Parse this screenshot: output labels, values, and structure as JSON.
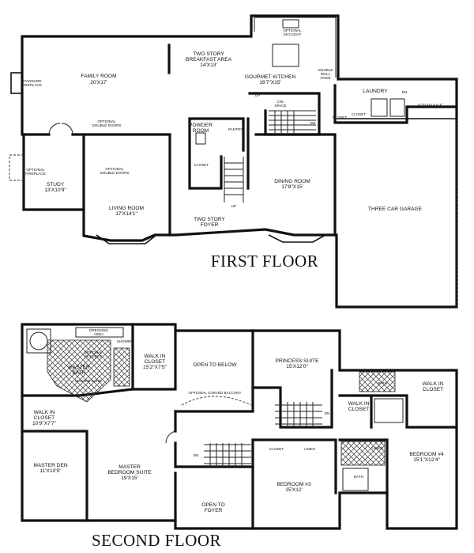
{
  "first_floor": {
    "title": "FIRST FLOOR",
    "rooms": {
      "family_room": [
        "FAMILY ROOM",
        "20'X17'"
      ],
      "breakfast": [
        "TWO STORY",
        "BREAKFAST AREA",
        "14'X13'"
      ],
      "kitchen": [
        "GOURMET KITCHEN",
        "16'7\"X15'"
      ],
      "laundry": [
        "LAUNDRY"
      ],
      "storage": [
        "STORAGE"
      ],
      "closet_laundry": [
        "CLOSET"
      ],
      "closet_hall": [
        "CLOSET"
      ],
      "powder": [
        "POWDER",
        "ROOM"
      ],
      "pantry": [
        "PANTRY"
      ],
      "closet_powder": [
        "CLOSET"
      ],
      "study": [
        "STUDY",
        "13'X10'9\""
      ],
      "living": [
        "LIVING ROOM",
        "17'X14'1\""
      ],
      "foyer": [
        "TWO STORY",
        "FOYER"
      ],
      "dining": [
        "DINING ROOM",
        "17'8\"X15'"
      ],
      "garage": [
        "THREE CAR GARAGE"
      ]
    },
    "notes": {
      "std_fireplace": [
        "STANDARD",
        "FIREPLACE"
      ],
      "opt_fireplace": [
        "OPTIONAL",
        "FIREPLACE"
      ],
      "opt_doors_1": [
        "OPTIONAL",
        "DOUBLE DOORS"
      ],
      "opt_doors_2": [
        "OPTIONAL",
        "DOUBLE DOORS"
      ],
      "opt_skylight": [
        "OPTIONAL",
        "SKYLIGHT"
      ],
      "double_oven": [
        "DOUBLE",
        "WALL",
        "OVEN"
      ],
      "dn_laundry": "DN",
      "up_kitchen": "UP",
      "dn_kitchen": "DN",
      "up_foyer": "UP",
      "crawl": [
        "CRL",
        "SPACE"
      ]
    }
  },
  "second_floor": {
    "title": "SECOND FLOOR",
    "rooms": {
      "master_bath": [
        "MASTER",
        "BATH"
      ],
      "dressing": [
        "DRESSING",
        "AREA"
      ],
      "shower": [
        "SHOWER"
      ],
      "walkin_1": [
        "WALK IN",
        "CLOSET",
        "15'2\"X7'5\""
      ],
      "open_below": [
        "OPEN TO BELOW"
      ],
      "princess": [
        "PRINCESS SUITE",
        "15'X12'0\""
      ],
      "bath_2": [
        "BATH"
      ],
      "walkin_2": [
        "WALK IN",
        "CLOSET"
      ],
      "walkin_3": [
        "WALK IN",
        "CLOSET",
        "10'9\"X7'7\""
      ],
      "walkin_4": [
        "WALK IN",
        "CLOSET"
      ],
      "master_den": [
        "MASTER DEN",
        "11'X10'9\""
      ],
      "master_suite": [
        "MASTER",
        "BEDROOM SUITE",
        "19'X15'"
      ],
      "closet_3": [
        "CLOSET"
      ],
      "linen_1": [
        "LINEN"
      ],
      "linen_2": [
        "LINEN"
      ],
      "bedroom3": [
        "BEDROOM #3",
        "15'X12'"
      ],
      "bedroom4": [
        "BEDROOM #4",
        "15'1\"X12'4\""
      ],
      "bath_3": [
        "BATH"
      ],
      "open_foyer": [
        "OPEN TO",
        "FOYER"
      ]
    },
    "notes": {
      "opt_skylight": [
        "OPTIONAL",
        "SKYLIGHT"
      ],
      "master_suite_note": [
        "MASTER SUITE"
      ],
      "balcony": "OPTIONAL CURVED BALCONY",
      "dn_stair_1": "DN",
      "dn_stair_2": "DN"
    }
  }
}
